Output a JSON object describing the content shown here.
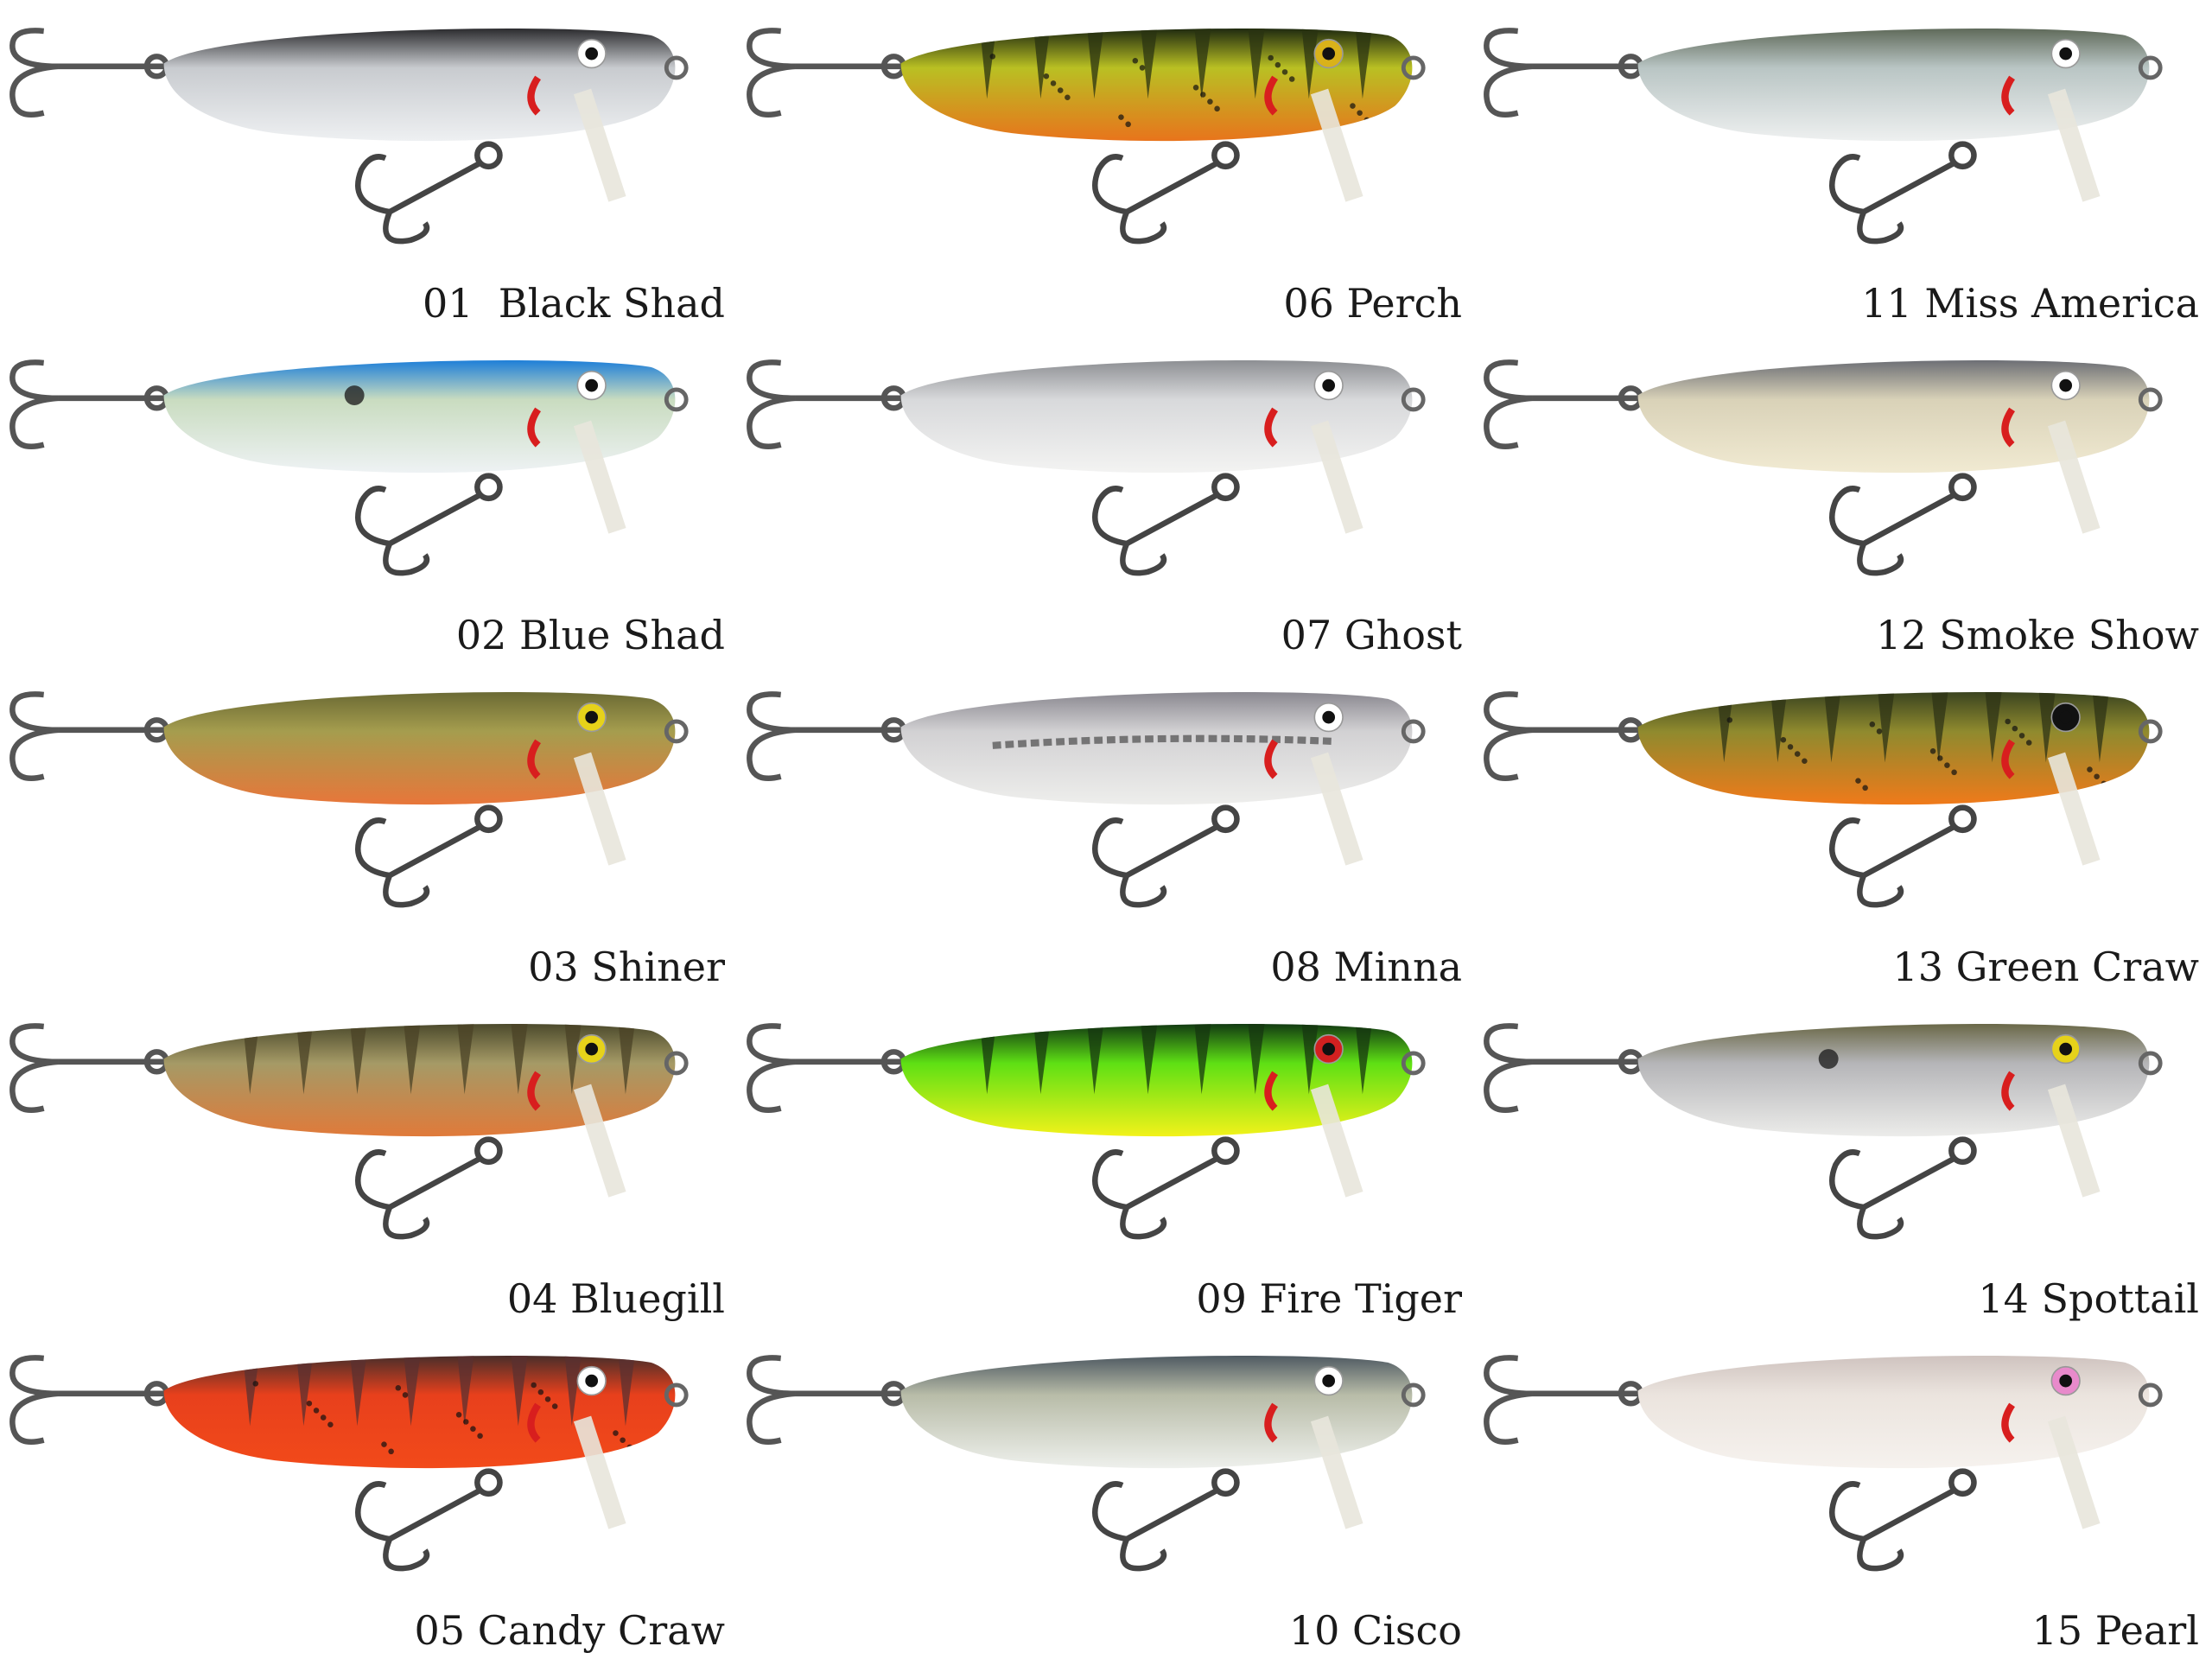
{
  "lures": [
    {
      "label": "01  Black Shad",
      "top": "#2b2b2e",
      "mid": "#c8cbcf",
      "belly": "#eef0f2",
      "eye": "#ffffff",
      "stripes": false
    },
    {
      "label": "02 Blue Shad",
      "top": "#1e7fd8",
      "mid": "#c9dcc0",
      "belly": "#eef2f4",
      "eye": "#ffffff",
      "stripes": false,
      "spot": true
    },
    {
      "label": "03 Shiner",
      "top": "#6b6a34",
      "mid": "#a59d4e",
      "belly": "#e8763a",
      "eye": "#e6d21a",
      "stripes": false
    },
    {
      "label": "04 Bluegill",
      "top": "#4c4a2c",
      "mid": "#a59a66",
      "belly": "#e07a3a",
      "eye": "#e6d21a",
      "stripes": true,
      "stripe": "#4a4126"
    },
    {
      "label": "05 Candy Craw",
      "top": "#4a2e2a",
      "mid": "#e8401c",
      "belly": "#f24a1a",
      "eye": "#ffffff",
      "stripes": true,
      "stripe": "#5a3030",
      "speckle": true
    },
    {
      "label": "06 Perch",
      "top": "#1f2a10",
      "mid": "#b9c023",
      "belly": "#e8741c",
      "eye": "#d9b21a",
      "stripes": true,
      "stripe": "#2a3312",
      "speckle": true
    },
    {
      "label": "07 Ghost",
      "top": "#8d8f93",
      "mid": "#d8d9db",
      "belly": "#f3f3f2",
      "eye": "#ffffff",
      "stripes": false
    },
    {
      "label": "08 Minna",
      "top": "#8a8890",
      "mid": "#d2d1d3",
      "belly": "#eeeeec",
      "eye": "#ffffff",
      "stripes": false,
      "lateral": true
    },
    {
      "label": "09 Fire Tiger",
      "top": "#123a12",
      "mid": "#5ee014",
      "belly": "#f2f21a",
      "eye": "#d22020",
      "stripes": true,
      "stripe": "#153510"
    },
    {
      "label": "10 Cisco",
      "top": "#4f5a62",
      "mid": "#b8bca8",
      "belly": "#eef0ec",
      "eye": "#ffffff",
      "stripes": false
    },
    {
      "label": "11 Miss America",
      "top": "#5f6a5a",
      "mid": "#b9c5c4",
      "belly": "#eef0f0",
      "eye": "#ffffff",
      "stripes": false
    },
    {
      "label": "12 Smoke Show",
      "top": "#6d6f75",
      "mid": "#d9d2b8",
      "belly": "#f1ead2",
      "eye": "#ffffff",
      "stripes": false
    },
    {
      "label": "13 Green Craw",
      "top": "#3b4420",
      "mid": "#8f8a2e",
      "belly": "#f07a1a",
      "eye": "#111111",
      "stripes": true,
      "stripe": "#2e3316",
      "speckle": true
    },
    {
      "label": "14 Spottail",
      "top": "#6a6848",
      "mid": "#b5b5b8",
      "belly": "#ececea",
      "eye": "#e6d21a",
      "stripes": false,
      "spot": true
    },
    {
      "label": "15 Pearl",
      "top": "#cfc3bf",
      "mid": "#ebe4de",
      "belly": "#f6f2ee",
      "eye": "#e88acb",
      "stripes": false
    }
  ]
}
